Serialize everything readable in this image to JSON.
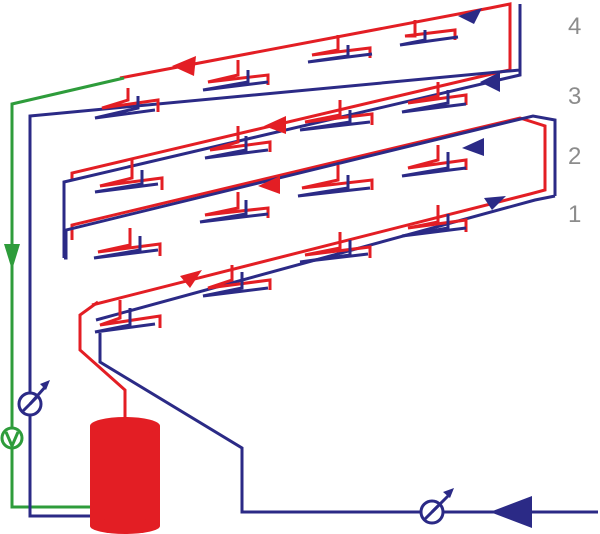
{
  "floor_labels": [
    "4",
    "3",
    "2",
    "1"
  ],
  "colors": {
    "supply": "#e31e24",
    "return": "#2b2a86",
    "circulation": "#2e9c3b",
    "label": "#8c8c8c",
    "background": "#ffffff"
  },
  "icons": [
    "boiler-tank",
    "circulation-pump-icon",
    "balancing-valve-icon",
    "flow-arrow-icon"
  ]
}
